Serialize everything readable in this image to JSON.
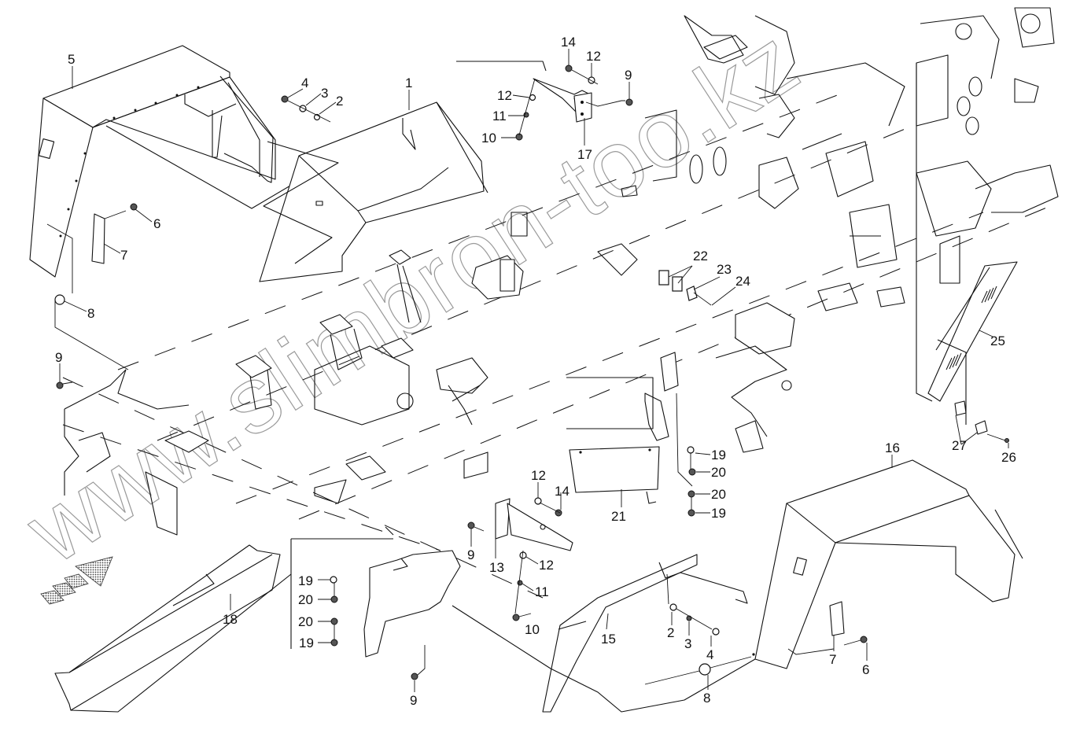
{
  "diagram": {
    "type": "exploded-parts-diagram",
    "subject": "Chassis frame with fenders, side panels and mounting hardware",
    "watermark": "www.slimbron-too.kz",
    "direction_indicator": "front-arrow",
    "callouts": [
      {
        "id": "c1",
        "label": "1",
        "part": "upper-side-panel"
      },
      {
        "id": "c2a",
        "label": "2",
        "part": "washer"
      },
      {
        "id": "c3a",
        "label": "3",
        "part": "lock-washer"
      },
      {
        "id": "c4a",
        "label": "4",
        "part": "bolt"
      },
      {
        "id": "c5",
        "label": "5",
        "part": "left-fender"
      },
      {
        "id": "c6a",
        "label": "6",
        "part": "screw"
      },
      {
        "id": "c7a",
        "label": "7",
        "part": "fender-bracket-plate"
      },
      {
        "id": "c8a",
        "label": "8",
        "part": "rubber-bumper"
      },
      {
        "id": "c9a",
        "label": "9",
        "part": "nut"
      },
      {
        "id": "c9b",
        "label": "9",
        "part": "nut"
      },
      {
        "id": "c9c",
        "label": "9",
        "part": "nut"
      },
      {
        "id": "c9d",
        "label": "9",
        "part": "nut"
      },
      {
        "id": "c10a",
        "label": "10",
        "part": "bolt"
      },
      {
        "id": "c10b",
        "label": "10",
        "part": "bolt"
      },
      {
        "id": "c11a",
        "label": "11",
        "part": "lock-washer"
      },
      {
        "id": "c11b",
        "label": "11",
        "part": "lock-washer"
      },
      {
        "id": "c12a",
        "label": "12",
        "part": "washer"
      },
      {
        "id": "c12b",
        "label": "12",
        "part": "washer"
      },
      {
        "id": "c12c",
        "label": "12",
        "part": "washer"
      },
      {
        "id": "c12d",
        "label": "12",
        "part": "washer"
      },
      {
        "id": "c13",
        "label": "13",
        "part": "right-fender-support-bracket"
      },
      {
        "id": "c14a",
        "label": "14",
        "part": "bolt"
      },
      {
        "id": "c14b",
        "label": "14",
        "part": "bolt"
      },
      {
        "id": "c15",
        "label": "15",
        "part": "right-lower-side-panel"
      },
      {
        "id": "c16",
        "label": "16",
        "part": "right-fender"
      },
      {
        "id": "c17",
        "label": "17",
        "part": "left-fender-support-bracket"
      },
      {
        "id": "c18",
        "label": "18",
        "part": "left-lower-side-panel"
      },
      {
        "id": "c19a",
        "label": "19",
        "part": "bolt"
      },
      {
        "id": "c19b",
        "label": "19",
        "part": "bolt"
      },
      {
        "id": "c19c",
        "label": "19",
        "part": "bolt"
      },
      {
        "id": "c19d",
        "label": "19",
        "part": "bolt"
      },
      {
        "id": "c20a",
        "label": "20",
        "part": "washer"
      },
      {
        "id": "c20b",
        "label": "20",
        "part": "washer"
      },
      {
        "id": "c20c",
        "label": "20",
        "part": "washer"
      },
      {
        "id": "c20d",
        "label": "20",
        "part": "washer"
      },
      {
        "id": "c21",
        "label": "21",
        "part": "center-cover-plate"
      },
      {
        "id": "c22",
        "label": "22",
        "part": "grommet-pair"
      },
      {
        "id": "c23",
        "label": "23",
        "part": "retainer-plate"
      },
      {
        "id": "c24",
        "label": "24",
        "part": "screw"
      },
      {
        "id": "c25",
        "label": "25",
        "part": "rear-guard-panel"
      },
      {
        "id": "c26",
        "label": "26",
        "part": "screw"
      },
      {
        "id": "c27",
        "label": "27",
        "part": "guard-bracket-pair"
      },
      {
        "id": "c2b",
        "label": "2",
        "part": "washer"
      },
      {
        "id": "c3b",
        "label": "3",
        "part": "lock-washer"
      },
      {
        "id": "c4b",
        "label": "4",
        "part": "bolt"
      },
      {
        "id": "c6b",
        "label": "6",
        "part": "screw"
      },
      {
        "id": "c7b",
        "label": "7",
        "part": "fender-bracket-plate"
      },
      {
        "id": "c8b",
        "label": "8",
        "part": "rubber-bumper"
      }
    ]
  }
}
